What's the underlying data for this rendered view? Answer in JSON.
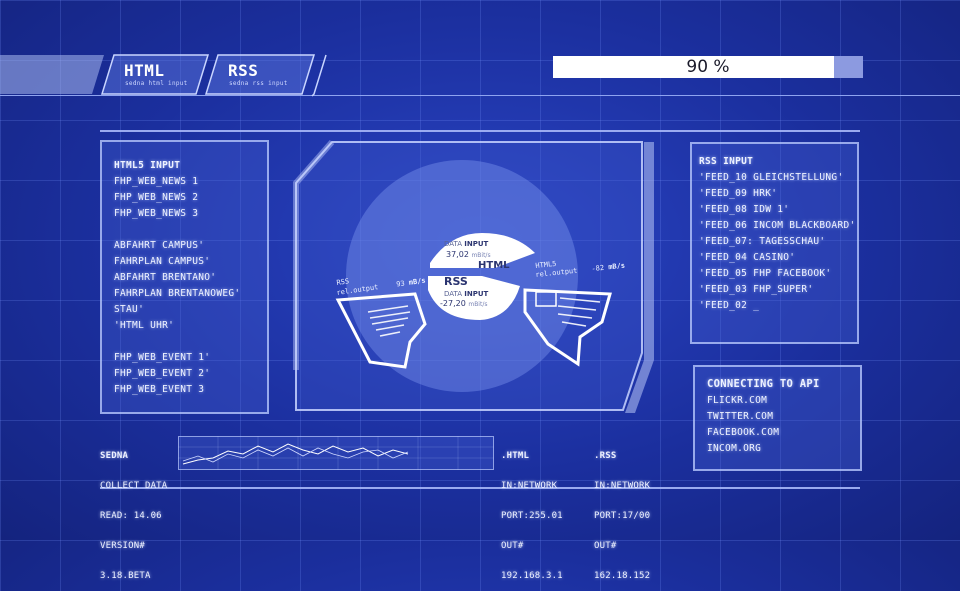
{
  "tabs": [
    {
      "title": "HTML",
      "subtitle": "sedna html input"
    },
    {
      "title": "RSS",
      "subtitle": "sedna rss input"
    }
  ],
  "progress": {
    "label": "90 %",
    "value": 0.9
  },
  "html5_panel": {
    "title": "HTML5 INPUT",
    "items": [
      "FHP_WEB_NEWS 1",
      "FHP_WEB_NEWS 2",
      "FHP_WEB_NEWS 3",
      "",
      "ABFAHRT CAMPUS'",
      "FAHRPLAN CAMPUS'",
      "ABFAHRT BRENTANO'",
      "FAHRPLAN BRENTANOWEG'",
      "STAU'",
      "'HTML UHR'",
      "",
      "FHP_WEB_EVENT 1'",
      "FHP_WEB_EVENT 2'",
      "FHP_WEB_EVENT 3"
    ]
  },
  "rss_panel": {
    "title": "RSS INPUT",
    "items": [
      "'FEED_10 GLEICHSTELLUNG'",
      "'FEED_09 HRK'",
      "'FEED_08 IDW 1'",
      "'FEED_06 INCOM BLACKBOARD'",
      "'FEED_07: TAGESSCHAU'",
      "'FEED_04 CASINO'",
      "'FEED_05 FHP FACEBOOK'",
      "'FEED_03 FHP_SUPER'",
      "'FEED_02 _"
    ]
  },
  "api_panel": {
    "title": "CONNECTING TO API",
    "items": [
      "FLICKR.COM",
      "TWITTER.COM",
      "FACEBOOK.COM",
      "INCOM.ORG"
    ]
  },
  "center": {
    "html_bubble": {
      "data_label": "DATA",
      "input_label": "INPUT",
      "value": "37,02",
      "unit": "mBit/s",
      "title": "HTML"
    },
    "rss_bubble": {
      "title": "RSS",
      "data_label": "DATA",
      "input_label": "INPUT",
      "value": "-27,20",
      "unit": "mBit/s"
    },
    "left_device": {
      "top": "RSS",
      "label": "rel.output",
      "value": "93",
      "unit": "mB/s"
    },
    "right_device": {
      "top": "HTML5",
      "label": "rel.output",
      "value": "-82",
      "unit": "mB/s"
    }
  },
  "footer": {
    "sedna": {
      "title": "SEDNA",
      "lines": [
        "COLLECT DATA",
        "READ: 14.06",
        "VERSION#",
        "3.18.BETA"
      ]
    },
    "html": {
      "title": ".HTML",
      "lines": [
        "IN:NETWORK",
        "PORT:255.01",
        "OUT#",
        "192.168.3.1"
      ]
    },
    "rss": {
      "title": ".RSS",
      "lines": [
        "IN:NETWORK",
        "PORT:17/00",
        "OUT#",
        "162.18.152"
      ]
    }
  },
  "colors": {
    "background": "#1a2e9a",
    "panel_border": "#bfcdff",
    "text": "#eef2ff",
    "progress_track": "#8c9ae0"
  }
}
